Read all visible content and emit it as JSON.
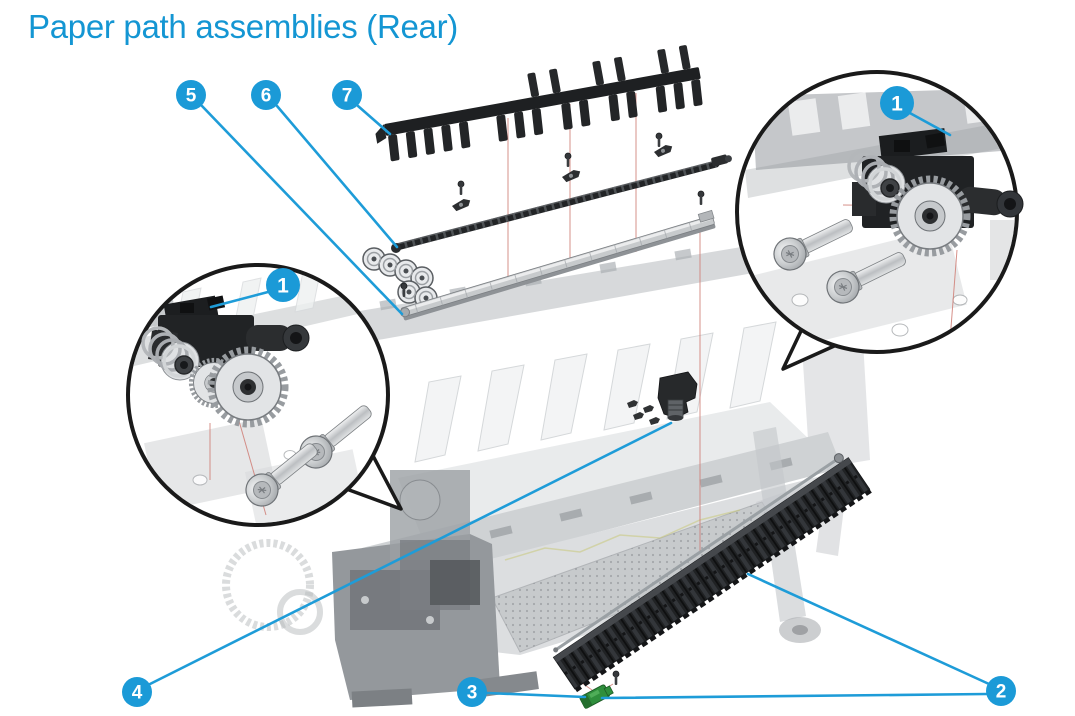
{
  "title": {
    "text": "Paper path assemblies (Rear)"
  },
  "figure": {
    "callouts": {
      "c1_left": "1",
      "c1_right": "1",
      "c2": "2",
      "c3": "3",
      "c4": "4",
      "c5": "5",
      "c6": "6",
      "c7": "7"
    },
    "colors": {
      "title_blue": "#1496d3",
      "callout_blue": "#1b9ad7",
      "leader_blue": "#1e9cd8",
      "alignment_red": "#cf7d75",
      "part_black": "#212325",
      "chassis_gray": "#d9dcde",
      "metal_silver": "#c7cacc",
      "clip_green": "#2f8f3c"
    }
  }
}
